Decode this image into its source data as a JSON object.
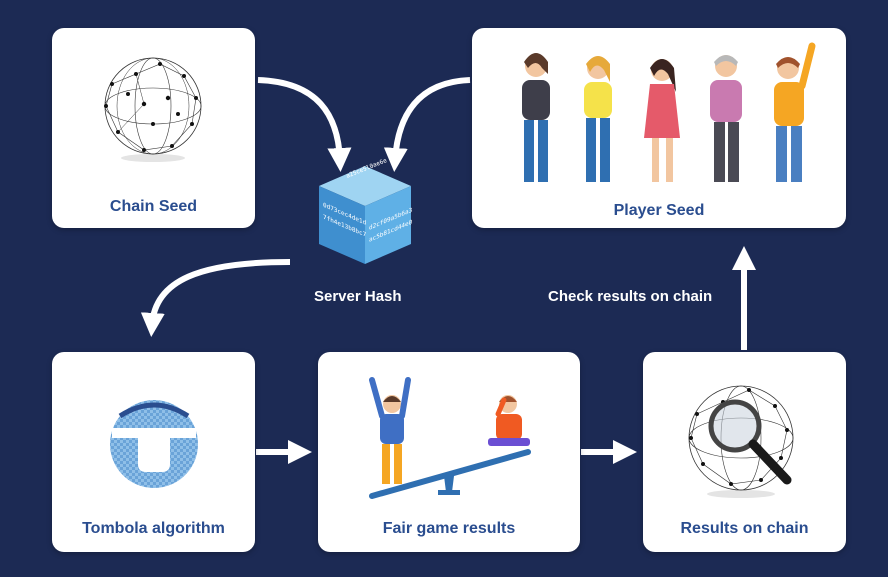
{
  "nodes": {
    "chain_seed": "Chain Seed",
    "player_seed": "Player Seed",
    "server_hash": "Server Hash",
    "tombola": "Tombola algorithm",
    "fair_results": "Fair game results",
    "results_chain": "Results on chain",
    "check_results": "Check results on chain"
  },
  "hash_cube_text": [
    "a25ce5l0ae6e",
    "0d73cec4de1d",
    "7fh4e13b8bc7",
    "d2cf09a5b6a3",
    "ac5b81cd44e0"
  ],
  "colors": {
    "background": "#1c2a54",
    "card": "#ffffff",
    "label": "#2a4d8f",
    "arrow": "#ffffff"
  },
  "icons": {
    "chain_seed": "network-sphere-icon",
    "player_seed": "people-group-icon",
    "server_hash": "hash-cube-icon",
    "tombola": "tombola-logo-icon",
    "fair_results": "seesaw-players-icon",
    "results_chain": "magnifier-sphere-icon"
  }
}
